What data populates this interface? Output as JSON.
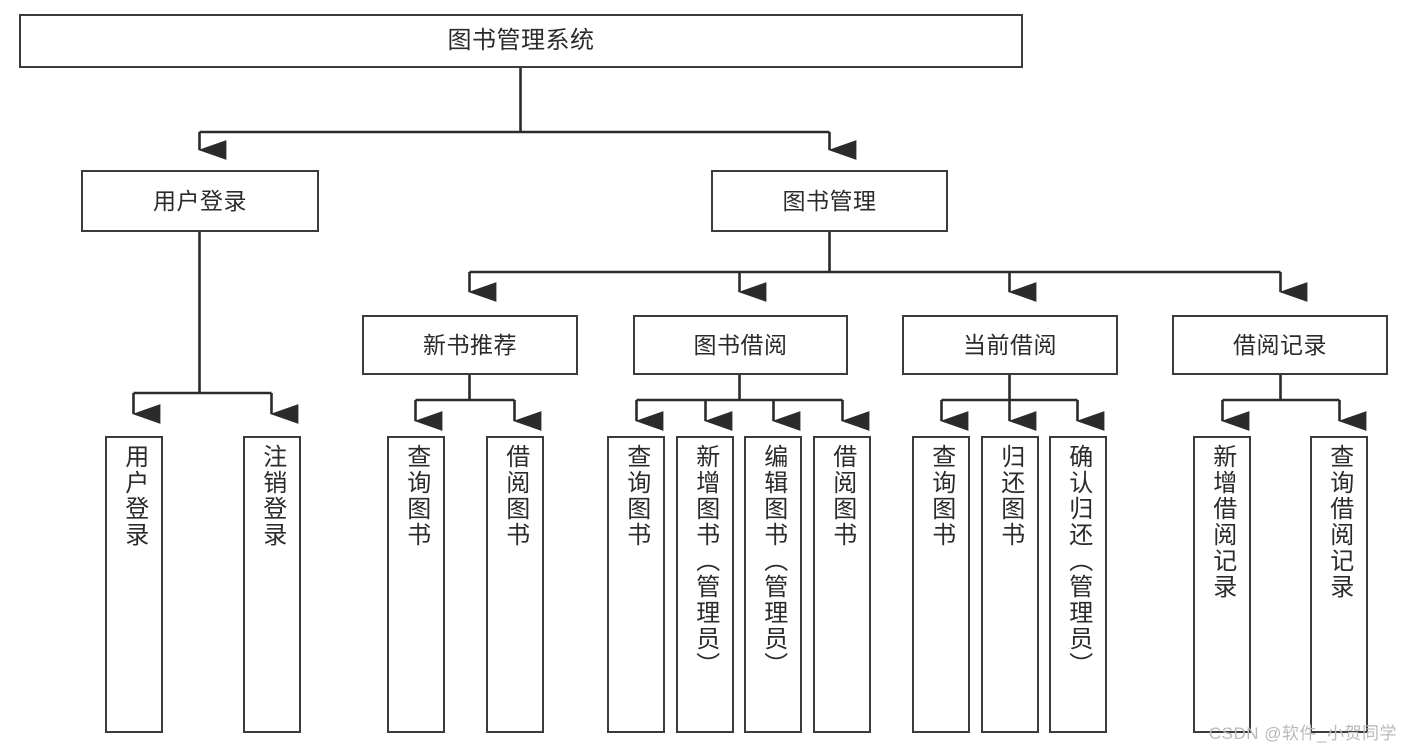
{
  "diagram": {
    "title": "图书管理系统",
    "type": "hierarchy-tree",
    "colors": {
      "background": "#ffffff",
      "box_border": "#3b3b3b",
      "box_fill": "#ffffff",
      "connector": "#2b2b2b",
      "text": "#2b2b2b",
      "watermark": "#b9b9b9"
    },
    "levels": {
      "root": {
        "label": "图书管理系统"
      },
      "level2": [
        {
          "label": "用户登录"
        },
        {
          "label": "图书管理"
        }
      ],
      "level3": [
        {
          "label": "新书推荐"
        },
        {
          "label": "图书借阅"
        },
        {
          "label": "当前借阅"
        },
        {
          "label": "借阅记录"
        }
      ],
      "leaves": [
        {
          "label": "用户登录",
          "parent": "用户登录"
        },
        {
          "label": "注销登录",
          "parent": "用户登录"
        },
        {
          "label": "查询图书",
          "parent": "新书推荐"
        },
        {
          "label": "借阅图书",
          "parent": "新书推荐"
        },
        {
          "label": "查询图书",
          "parent": "图书借阅"
        },
        {
          "label": "新增图书（管理员）",
          "parent": "图书借阅"
        },
        {
          "label": "编辑图书（管理员）",
          "parent": "图书借阅"
        },
        {
          "label": "借阅图书",
          "parent": "图书借阅"
        },
        {
          "label": "查询图书",
          "parent": "当前借阅"
        },
        {
          "label": "归还图书",
          "parent": "当前借阅"
        },
        {
          "label": "确认归还（管理员）",
          "parent": "当前借阅"
        },
        {
          "label": "新增借阅记录",
          "parent": "借阅记录"
        },
        {
          "label": "查询借阅记录",
          "parent": "借阅记录"
        }
      ]
    }
  },
  "watermark": {
    "text": "CSDN @软件_小贺同学"
  }
}
